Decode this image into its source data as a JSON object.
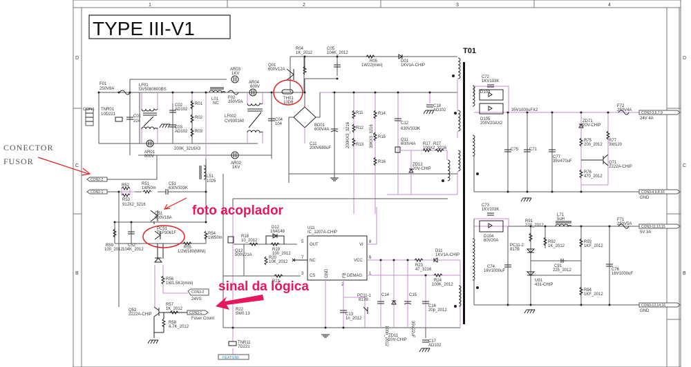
{
  "title": "TYPE III-V1",
  "transformer": "T01",
  "grid": {
    "columns": [
      "1",
      "2",
      "3",
      "4"
    ],
    "rows_left": [
      "D",
      "C",
      "B"
    ],
    "rows_right": [
      "D",
      "C",
      "B"
    ]
  },
  "annotations": {
    "conector_fusor": [
      "CONECTOR",
      "FUSOR"
    ],
    "foto_acoplador": "foto acoplador",
    "sinal_logica": "sinal da lógica",
    "colors": {
      "annotation": "#e8175d",
      "circle": "#e02020",
      "wire_highlight": "#c58bd0"
    }
  },
  "connectors": {
    "con1": "CON1",
    "con2_2": "CON2-2",
    "con2_1": "CON2-1",
    "con3_2": "CON3-2",
    "con3_2_label": "24VS",
    "con3_1": "CON3-1",
    "con3_1_label": "Fuser Count",
    "out_24v": "CON3-3,5,7,9",
    "out_24v_label": "24V 4A",
    "out_gnd1": "CON3-4,6,8,10",
    "out_gnd1_label": "GND",
    "out_5v": "CON3-11,13,15",
    "out_5v_label": "5V 3A",
    "out_gnd2": "CON3-12,14,16",
    "out_gnd2_label": "GND",
    "heatsink": "HEATSINK"
  },
  "components": {
    "F01": [
      "F01",
      "250V8A"
    ],
    "TNR01": [
      "TNR01",
      "10D221"
    ],
    "C01": [
      "C01",
      "224"
    ],
    "LF01": [
      "LF01",
      "DV5080800BS"
    ],
    "C02": [
      "C02",
      "AD102"
    ],
    "C03": [
      "C03",
      "AD102"
    ],
    "R01": "R01",
    "R02": "R02",
    "R03": "R03",
    "R0x_value": "200K_3216X3",
    "AR01": [
      "AR01",
      "600V"
    ],
    "AR02": [
      "AR02",
      "1KV"
    ],
    "AR03": [
      "AR03",
      "1KV"
    ],
    "AR04": [
      "AR04",
      "600V"
    ],
    "L01": [
      "L01",
      "NC"
    ],
    "F02": [
      "F02",
      "250V5A"
    ],
    "LF002": [
      "LF002",
      "CV930160"
    ],
    "C04": [
      "C04",
      "104"
    ],
    "Q01": [
      "Q01",
      "600V12A"
    ],
    "TH01": [
      "TH01",
      "10D9"
    ],
    "R04": [
      "R04",
      "1K_2012"
    ],
    "C05": [
      "C05",
      "104K_2012"
    ],
    "R05": [
      "R05",
      "1W22(mini)"
    ],
    "D01": [
      "D01",
      "1KV1A-CHIP"
    ],
    "BD01": [
      "BD01",
      "600V4A"
    ],
    "C11": [
      "C11",
      "200V680uF"
    ],
    "R11": "R11",
    "R12": "R12",
    "R13": "R13",
    "R11_value": "200KX3_3216",
    "R14": "R14",
    "R15": "R15",
    "R16": "R16",
    "R14_value": "39KX3_3216",
    "C12": [
      "C12",
      "630V333K"
    ],
    "C18": [
      "C18",
      "AD102"
    ],
    "Q11": [
      "Q11",
      "600V4A"
    ],
    "R17": "R17",
    "R27": "R27",
    "R17_value": "100X2_3216",
    "ZD12": [
      "ZD12",
      "20V-CHIP"
    ],
    "L51": [
      "L51",
      "1025"
    ],
    "R52": "R52",
    "R53": "R53",
    "R52_value": "91JX2_3216",
    "R51": [
      "R51",
      "1W50m"
    ],
    "C51": [
      "C51",
      "630V333K"
    ],
    "Q51": [
      "Q51",
      "600V16A"
    ],
    "PC51": [
      "PC51",
      "TLP3061F"
    ],
    "R54": [
      "R54",
      "1W50m"
    ],
    "R55": [
      "R55",
      "1/2W180(MINI)"
    ],
    "R59": [
      "R59",
      "100_2012"
    ],
    "C52": [
      "C52",
      "104K_2012"
    ],
    "R56": [
      "R56",
      "1W1.5KJ(mini)"
    ],
    "Q52": [
      "Q52",
      "2222A-CHIP"
    ],
    "R57": [
      "R57",
      "1K_2012"
    ],
    "R58": [
      "R58",
      "4.7K_2012"
    ],
    "R18": [
      "R18",
      "10_2012"
    ],
    "D12": [
      "D12",
      "1N4148"
    ],
    "R19": [
      "R19",
      "100_2012"
    ],
    "R20": [
      "R20",
      "10K_2012"
    ],
    "R21": "R21",
    "R22": [
      "R22",
      "5W0.13"
    ],
    "Q12": [
      "Q12",
      "500V21A"
    ],
    "U11": [
      "U11",
      "IC_1207A-CHIP"
    ],
    "U11_pins": {
      "out": "OUT",
      "nc": "NC",
      "cs": "CS",
      "gnd": "GND",
      "fb": "FB",
      "vi": "VI",
      "vcc": "VCC",
      "demag": "DEMAG"
    },
    "U11_pin_nums": {
      "out": "5",
      "nc": "7",
      "cs": "3",
      "vi": "8",
      "vcc": "6",
      "demag": "1",
      "fb": "2"
    },
    "PC11_1": [
      "PC11-1",
      "817B"
    ],
    "C13": [
      "C13",
      "1n_2012"
    ],
    "C14": [
      "C14",
      "100n_2012"
    ],
    "ZD11": [
      "ZD11",
      "20V-CHIP"
    ],
    "C15": [
      "C15",
      "35V22uF"
    ],
    "C16": [
      "C16",
      "20p_2012"
    ],
    "C17": [
      "C17",
      "AD102"
    ],
    "D11": [
      "D11",
      "1KV1A-CHIP"
    ],
    "R23": [
      "R23",
      "47_3216"
    ],
    "R24": [
      "R24",
      "100K_2012"
    ],
    "TNR11": [
      "TNR11",
      "7D221"
    ],
    "C72": [
      "C72",
      "1KV103K"
    ],
    "D103": "D103",
    "D105": [
      "D105",
      "200V20AX2"
    ],
    "cap_bank": "35V1000uFX2",
    "C75": "C75",
    "C71": "C71",
    "C77": [
      "C77",
      "35V470uF"
    ],
    "ZD71": [
      "ZD71",
      "20V-CHIP"
    ],
    "R75": [
      "R75",
      "200_2012"
    ],
    "R76": [
      "R76",
      "470_2012"
    ],
    "R77": [
      "R77",
      "3W120"
    ],
    "Q71": [
      "Q71",
      "2222A-CHIP"
    ],
    "F72": [
      "F72",
      "250V4A"
    ],
    "C73": [
      "C73",
      "1KV103K"
    ],
    "D104": [
      "D104",
      "60V20A"
    ],
    "R91": [
      "R91",
      "220_2012"
    ],
    "L71": [
      "L71",
      "5uH"
    ],
    "F71": [
      "F71",
      "250V5A"
    ],
    "PC11_2": [
      "PC11-2",
      "817B"
    ],
    "R92": [
      "R92",
      "1K_2012"
    ],
    "R93": [
      "R93",
      "1KF_2012"
    ],
    "R94": [
      "R94",
      "1KF_2012"
    ],
    "C91": [
      "C91",
      "225_2012"
    ],
    "U91": [
      "U91",
      "431-CHIP"
    ],
    "C74": [
      "C74",
      "16V1000uF"
    ],
    "C76": [
      "C76",
      "16V1000uF"
    ]
  }
}
